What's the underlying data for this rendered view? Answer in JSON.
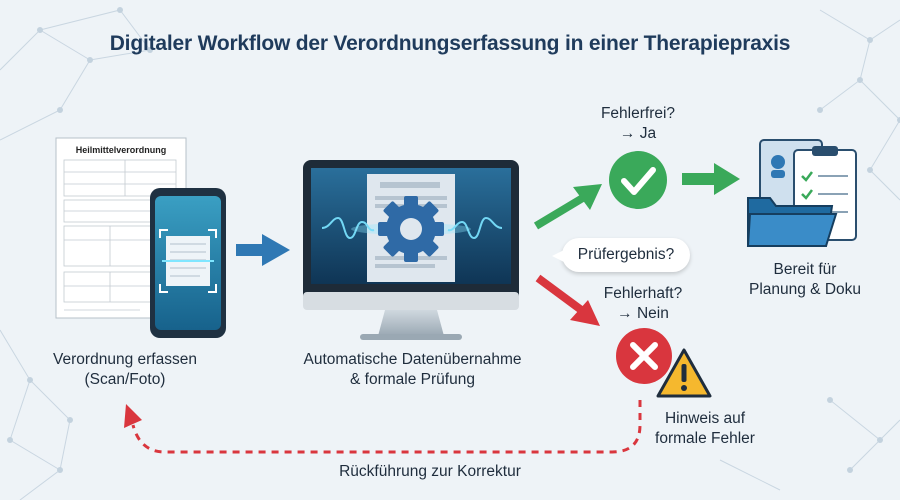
{
  "title": "Digitaler Workflow der Verordnungserfassung in einer Therapiepraxis",
  "document": {
    "heading": "Heilmittelverordnung"
  },
  "steps": {
    "capture": {
      "line1": "Verordnung erfassen",
      "line2": "(Scan/Foto)"
    },
    "processing": {
      "line1": "Automatische Datenübernahme",
      "line2": "& formale Prüfung"
    },
    "result_bubble": "Prüfergebnis?",
    "ok_question": {
      "line1": "Fehlerfrei?",
      "line2": "→ Ja"
    },
    "error_question": {
      "line1": "Fehlerhaft?",
      "line2": "→ Nein"
    },
    "ready": {
      "line1": "Bereit für",
      "line2": "Planung & Doku"
    },
    "error_note": {
      "line1": "Hinweis auf",
      "line2": "formale Fehler"
    },
    "feedback": "Rückführung zur Korrektur"
  },
  "colors": {
    "arrow_blue": "#2f78b4",
    "arrow_green": "#3aa95a",
    "arrow_red": "#d9363e",
    "title": "#1f3b5c"
  },
  "icons": [
    "document-icon",
    "phone-scan-icon",
    "monitor-icon",
    "gear-icon",
    "check-icon",
    "cross-icon",
    "warning-icon",
    "folder-docs-icon"
  ]
}
